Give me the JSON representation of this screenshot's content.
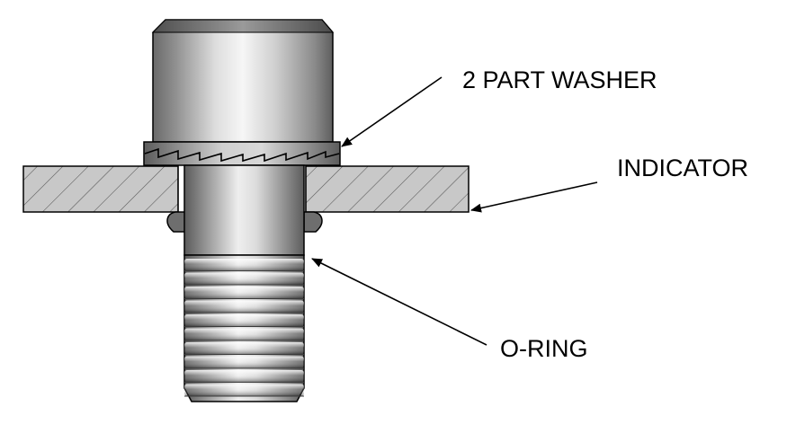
{
  "labels": {
    "washer": "2 PART WASHER",
    "indicator": "INDICATOR",
    "oring": "O-RING"
  },
  "colors": {
    "outline": "#000000",
    "hatch_fill": "#c8c8c8",
    "background": "#ffffff"
  }
}
